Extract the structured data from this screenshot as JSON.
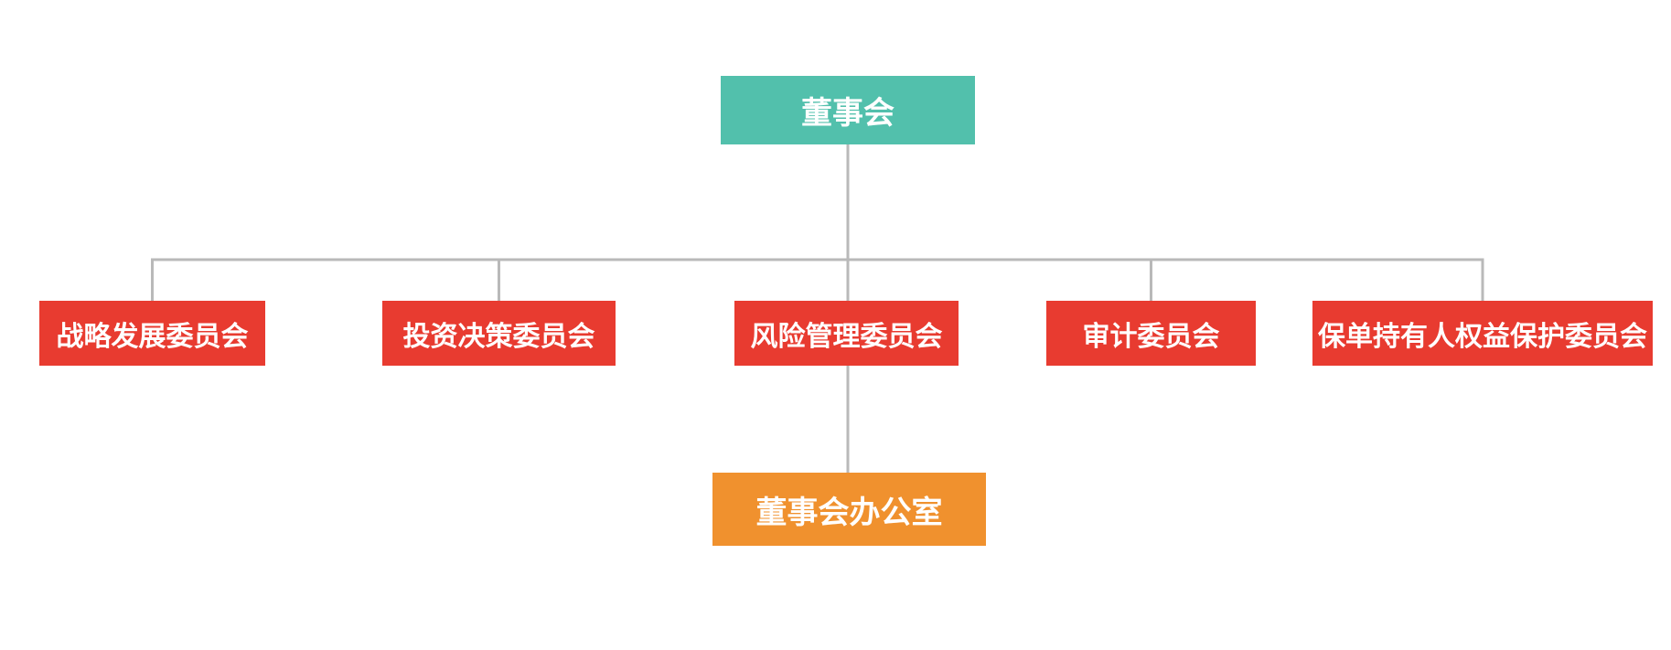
{
  "colors": {
    "page_background": "#FFFFFF",
    "board_fill": "#52C0AC",
    "committee_fill": "#E83B30",
    "office_fill": "#F0912E",
    "node_text": "#FFFFFF",
    "connector": "#B9B9B9"
  },
  "org_chart": {
    "type": "organization-tree",
    "root": {
      "id": "board",
      "label": "董事会"
    },
    "committees": [
      {
        "id": "strategy-development",
        "label": "战略发展委员会"
      },
      {
        "id": "investment-decision",
        "label": "投资决策委员会"
      },
      {
        "id": "risk-management",
        "label": "风险管理委员会"
      },
      {
        "id": "audit",
        "label": "审计委员会"
      },
      {
        "id": "policyholder-rights-protection",
        "label": "保单持有人权益保护委员会"
      }
    ],
    "office": {
      "id": "board-office",
      "label": "董事会办公室",
      "parent": "risk-management"
    },
    "edges": [
      {
        "from": "board",
        "to": "strategy-development"
      },
      {
        "from": "board",
        "to": "investment-decision"
      },
      {
        "from": "board",
        "to": "risk-management"
      },
      {
        "from": "board",
        "to": "audit"
      },
      {
        "from": "board",
        "to": "policyholder-rights-protection"
      },
      {
        "from": "risk-management",
        "to": "board-office"
      }
    ]
  }
}
